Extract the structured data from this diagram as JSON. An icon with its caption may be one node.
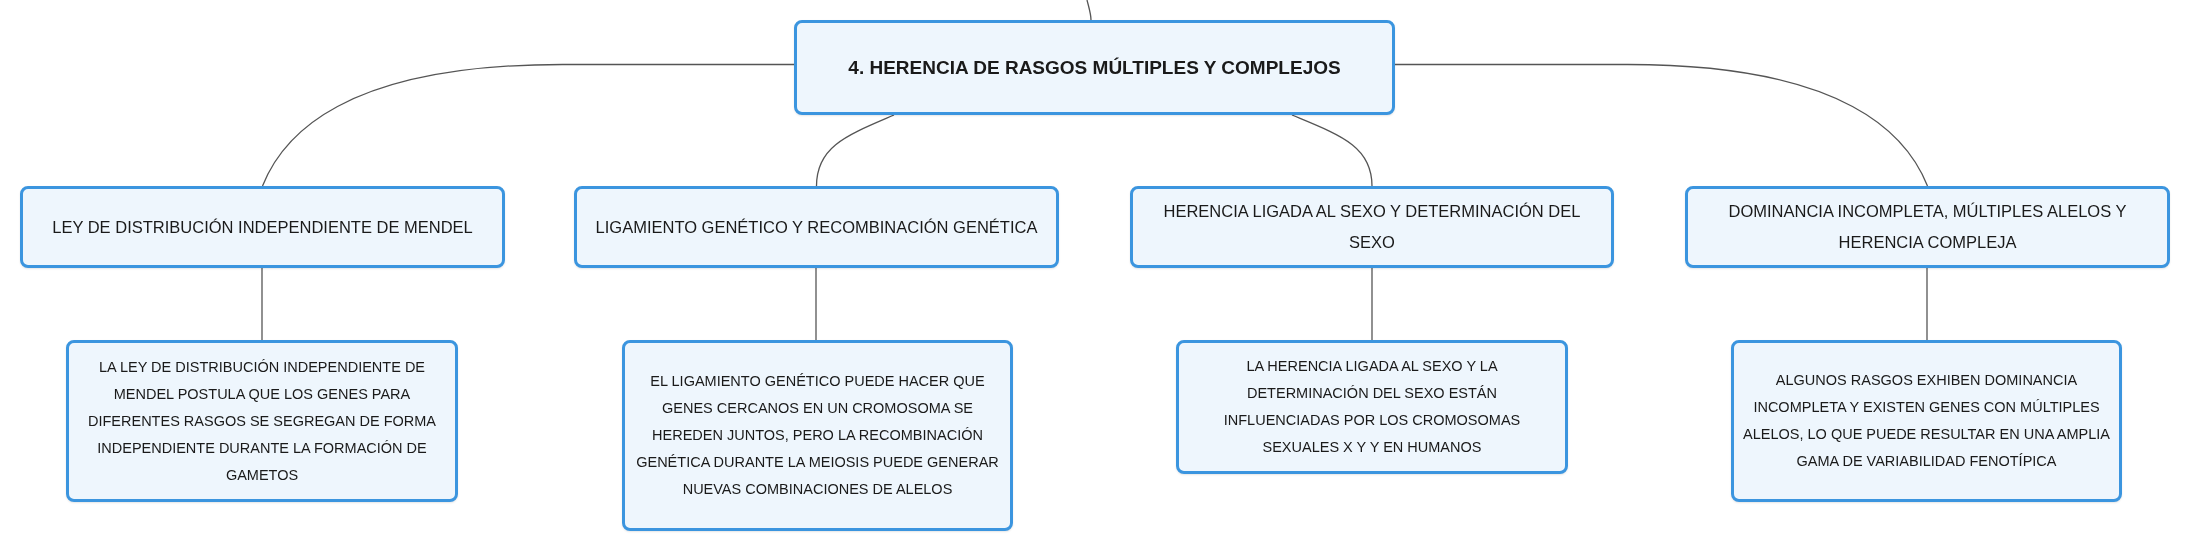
{
  "diagram": {
    "nodes": [
      {
        "text": [
          "4. HERENCIA DE RASGOS MÚLTIPLES Y COMPLEJOS"
        ]
      },
      {
        "text": [
          "LEY DE DISTRIBUCIÓN INDEPENDIENTE DE MENDEL"
        ]
      },
      {
        "text": [
          "LIGAMIENTO GENÉTICO Y RECOMBINACIÓN GENÉTICA"
        ]
      },
      {
        "text": [
          "HERENCIA LIGADA AL SEXO Y DETERMINACIÓN DEL SEXO"
        ]
      },
      {
        "text": [
          "DOMINANCIA INCOMPLETA, MÚLTIPLES ALELOS Y HERENCIA COMPLEJA"
        ]
      },
      {
        "text": [
          "LA LEY DE DISTRIBUCIÓN INDEPENDIENTE DE MENDEL POSTULA QUE LOS GENES PARA DIFERENTES RASGOS SE SEGREGAN DE FORMA INDEPENDIENTE DURANTE LA FORMACIÓN DE GAMETOS"
        ]
      },
      {
        "text": [
          "EL LIGAMIENTO GENÉTICO PUEDE HACER QUE GENES CERCANOS EN UN CROMOSOMA SE HEREDEN JUNTOS, PERO LA RECOMBINACIÓN GENÉTICA DURANTE LA MEIOSIS PUEDE GENERAR NUEVAS COMBINACIONES DE ALELOS"
        ]
      },
      {
        "text": [
          "LA HERENCIA LIGADA AL SEXO Y LA DETERMINACIÓN DEL SEXO ESTÁN INFLUENCIADAS POR LOS CROMOSOMAS SEXUALES X Y Y EN HUMANOS"
        ]
      },
      {
        "text": [
          "ALGUNOS RASGOS EXHIBEN DOMINANCIA INCOMPLETA Y EXISTEN GENES CON MÚLTIPLES ALELOS, LO QUE PUEDE RESULTAR EN UNA AMPLIA GAMA DE VARIABILIDAD FENOTÍPICA"
        ]
      }
    ],
    "edges": [
      {
        "from": null,
        "to": 0,
        "arrow": "none"
      },
      {
        "from": 0,
        "to": 1,
        "arrow": "none"
      },
      {
        "from": 0,
        "to": 2,
        "arrow": "none"
      },
      {
        "from": 0,
        "to": 3,
        "arrow": "none"
      },
      {
        "from": 0,
        "to": 4,
        "arrow": "none"
      },
      {
        "from": 1,
        "to": 5,
        "arrow": "none"
      },
      {
        "from": 2,
        "to": 6,
        "arrow": "none"
      },
      {
        "from": 3,
        "to": 7,
        "arrow": "none"
      },
      {
        "from": 4,
        "to": 8,
        "arrow": "none"
      }
    ]
  }
}
